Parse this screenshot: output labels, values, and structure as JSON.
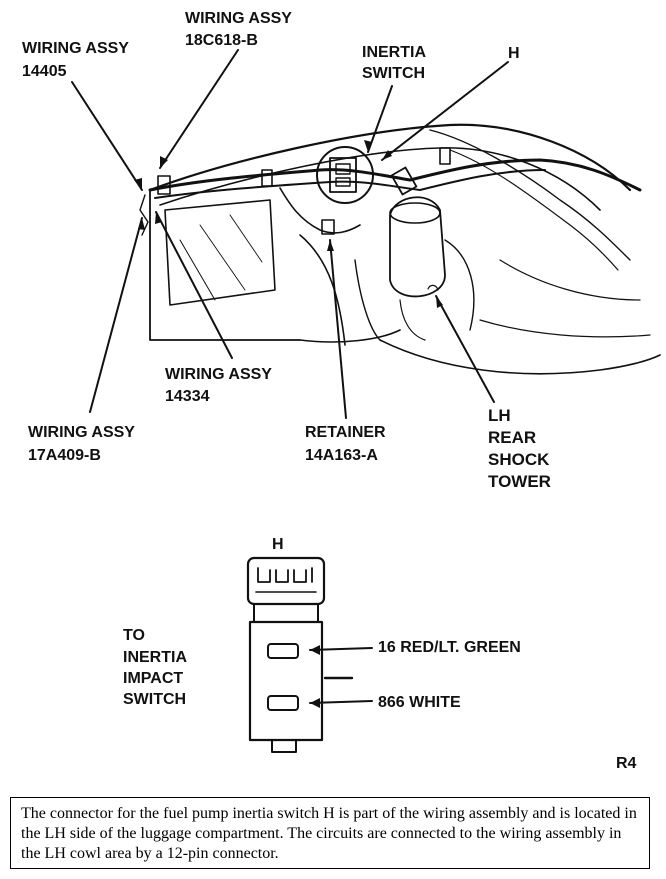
{
  "labels": {
    "wiring_18c618": [
      "WIRING ASSY",
      "18C618-B"
    ],
    "wiring_14405": [
      "WIRING ASSY",
      "14405"
    ],
    "inertia_switch": [
      "INERTIA",
      "SWITCH"
    ],
    "h_top": "H",
    "wiring_14334": [
      "WIRING ASSY",
      "14334"
    ],
    "wiring_17a409": [
      "WIRING ASSY",
      "17A409-B"
    ],
    "retainer": [
      "RETAINER",
      "14A163-A"
    ],
    "shock_tower": [
      "LH",
      "REAR",
      "SHOCK",
      "TOWER"
    ],
    "h_connector": "H",
    "to_inertia": [
      "TO",
      "INERTIA",
      "IMPACT",
      "SWITCH"
    ],
    "wire_16": "16 RED/LT. GREEN",
    "wire_866": "866 WHITE",
    "ref_code": "R4"
  },
  "caption": "The connector for the fuel pump inertia switch H is part of the wiring assembly and is located in the LH side of the luggage compartment. The circuits are connected to the wiring assembly in the LH cowl area by a 12-pin connector."
}
